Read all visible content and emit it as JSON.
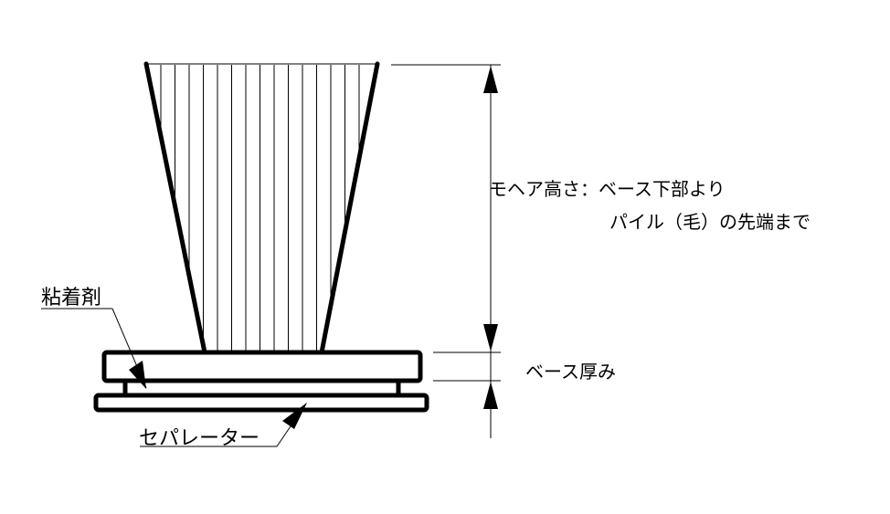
{
  "labels": {
    "mohair_height_line1": "モヘア高さ：ベース下部より",
    "mohair_height_line2": "パイル（毛）の先端まで",
    "base_thickness": "ベース厚み",
    "adhesive": "粘着剤",
    "separator": "セパレーター"
  },
  "colors": {
    "line": "#000000",
    "background": "#ffffff"
  }
}
